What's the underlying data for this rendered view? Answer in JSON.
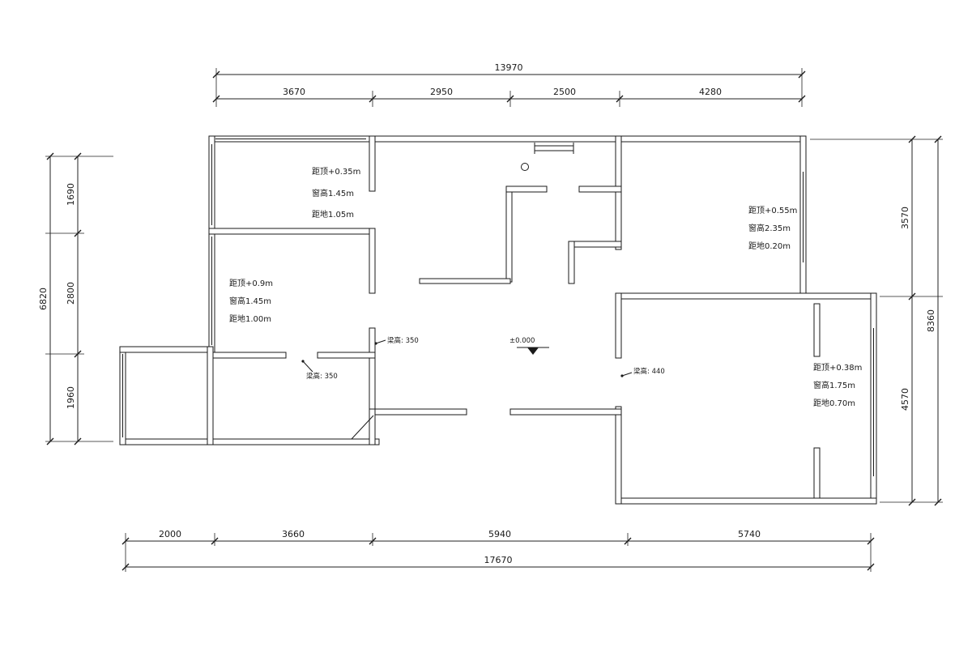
{
  "drawing": {
    "type": "floor-plan",
    "line_color": "#1a1a1a",
    "background": "#ffffff"
  },
  "dimensions": {
    "top": {
      "overall": "13970",
      "segments": [
        "3670",
        "2950",
        "2500",
        "4280"
      ]
    },
    "left": {
      "overall": "6820",
      "segments": [
        "1690",
        "2800",
        "1960"
      ]
    },
    "right": {
      "overall": "8360",
      "segments": [
        "3570",
        "4570"
      ]
    },
    "bottom": {
      "overall": "17670",
      "segments": [
        "2000",
        "3660",
        "5940",
        "5740"
      ]
    }
  },
  "room_notes": {
    "top_left": {
      "line1": "距顶+0.35m",
      "line2": "窗高1.45m",
      "line3": "距地1.05m"
    },
    "mid_left": {
      "line1": "距顶+0.9m",
      "line2": "窗高1.45m",
      "line3": "距地1.00m"
    },
    "top_right": {
      "line1": "距顶+0.55m",
      "line2": "窗高2.35m",
      "line3": "距地0.20m"
    },
    "bottom_right": {
      "line1": "距顶+0.38m",
      "line2": "窗高1.75m",
      "line3": "距地0.70m"
    }
  },
  "annotations": {
    "beam_hall": "梁高: 350",
    "beam_room": "梁高: 350",
    "beam_living": "梁高: 440",
    "level_marker": "±0.000"
  }
}
